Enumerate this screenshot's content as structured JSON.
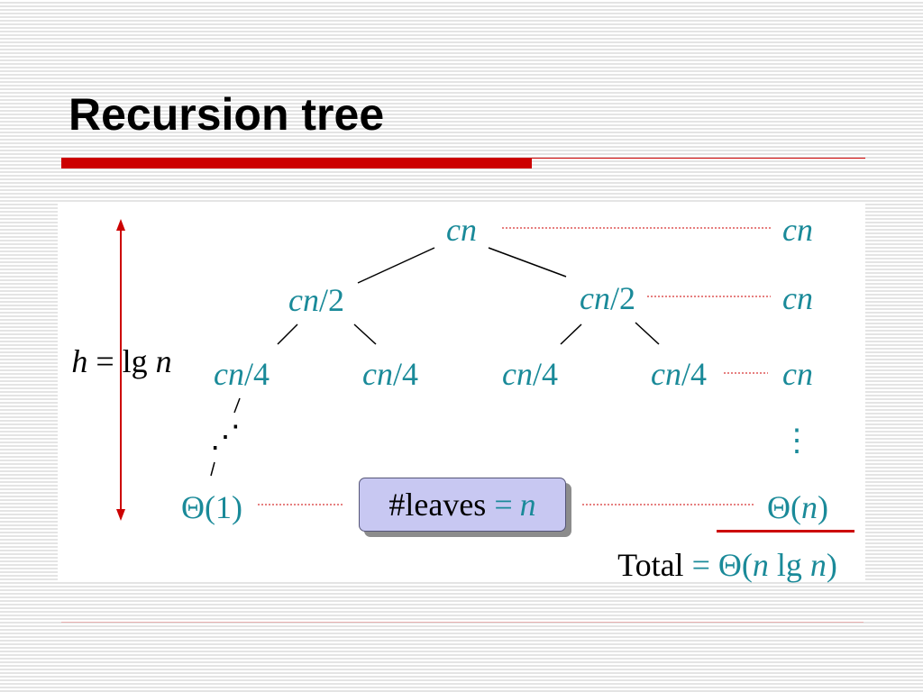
{
  "slide": {
    "title": "Recursion tree"
  },
  "tree": {
    "root": {
      "c": "c",
      "n": "n"
    },
    "level1": [
      {
        "cn": "cn",
        "rest": "/2"
      },
      {
        "cn": "cn",
        "rest": "/2"
      }
    ],
    "level2": [
      {
        "cn": "cn",
        "rest": "/4"
      },
      {
        "cn": "cn",
        "rest": "/4"
      },
      {
        "cn": "cn",
        "rest": "/4"
      },
      {
        "cn": "cn",
        "rest": "/4"
      }
    ],
    "leaf": "Θ(1)",
    "ellipsis_diag": "⋰"
  },
  "height": {
    "h": "h",
    "eq": " = lg ",
    "n": "n"
  },
  "level_costs": {
    "row0": "cn",
    "row1": "cn",
    "row2": "cn",
    "vdots": "⋮",
    "leaf_prefix": "Θ(",
    "leaf_n": "n",
    "leaf_suffix": ")"
  },
  "leaves_box": {
    "prefix": "#leaves ",
    "eq": "=",
    "n": "n"
  },
  "total": {
    "label": "Total",
    "eq": " = ",
    "theta": "Θ(",
    "n1": "n",
    "lg": " lg ",
    "n2": "n",
    "close": ")"
  },
  "colors": {
    "accent_red": "#cc0000",
    "teal": "#1a8a99",
    "box_fill": "#c8c8f2"
  }
}
